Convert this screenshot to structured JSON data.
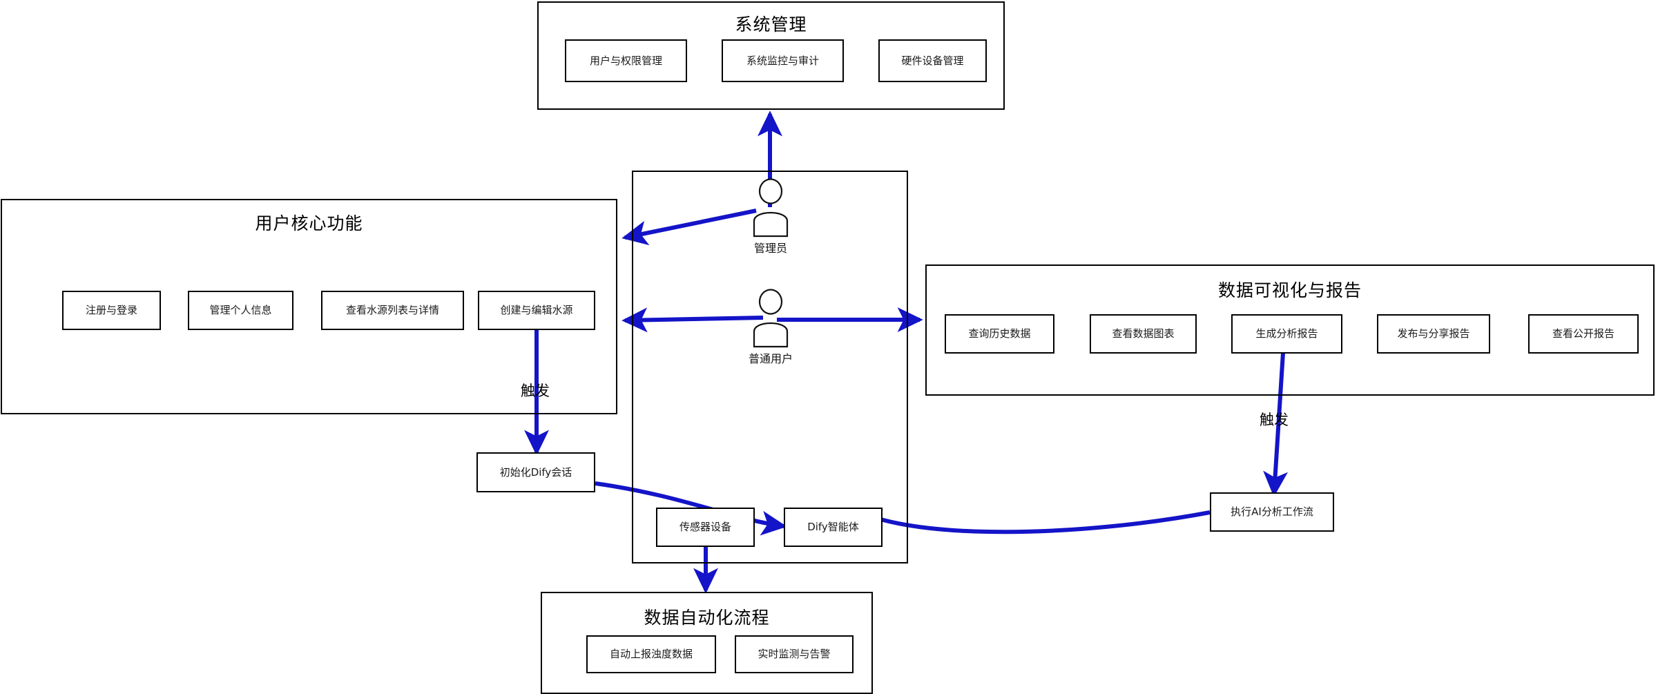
{
  "diagram": {
    "type": "uml-use-case",
    "accent_color": "#1414c8",
    "line_color": "#000000",
    "background": "#ffffff"
  },
  "packages": [
    {
      "id": "system-management",
      "title": "系统管理",
      "use_cases": [
        {
          "id": "user-permission-management",
          "label": "用户与权限管理"
        },
        {
          "id": "system-monitoring-audit",
          "label": "系统监控与审计"
        },
        {
          "id": "hardware-device-management",
          "label": "硬件设备管理"
        }
      ]
    },
    {
      "id": "user-core-functions",
      "title": "用户核心功能",
      "use_cases": [
        {
          "id": "register-login",
          "label": "注册与登录"
        },
        {
          "id": "manage-profile",
          "label": "管理个人信息"
        },
        {
          "id": "view-water-source-list",
          "label": "查看水源列表与详情"
        },
        {
          "id": "create-edit-water-source",
          "label": "创建与编辑水源"
        }
      ]
    },
    {
      "id": "data-visualization-report",
      "title": "数据可视化与报告",
      "use_cases": [
        {
          "id": "query-history-data",
          "label": "查询历史数据"
        },
        {
          "id": "view-data-charts",
          "label": "查看数据图表"
        },
        {
          "id": "generate-analysis-report",
          "label": "生成分析报告"
        },
        {
          "id": "publish-share-report",
          "label": "发布与分享报告"
        },
        {
          "id": "view-public-report",
          "label": "查看公开报告"
        }
      ]
    },
    {
      "id": "data-automation-flow",
      "title": "数据自动化流程",
      "use_cases": [
        {
          "id": "auto-report-turbidity",
          "label": "自动上报浊度数据"
        },
        {
          "id": "realtime-monitor-alert",
          "label": "实时监测与告警"
        }
      ]
    }
  ],
  "actors": [
    {
      "id": "administrator",
      "label": "管理员"
    },
    {
      "id": "normal-user",
      "label": "普通用户"
    }
  ],
  "standalone_nodes": [
    {
      "id": "init-dify-session",
      "label": "初始化Dify会话"
    },
    {
      "id": "sensor-device",
      "label": "传感器设备"
    },
    {
      "id": "dify-agent",
      "label": "Dify智能体"
    },
    {
      "id": "run-ai-analysis-flow",
      "label": "执行AI分析工作流"
    }
  ],
  "edge_labels": [
    {
      "id": "trigger-left",
      "label": "触发"
    },
    {
      "id": "trigger-right",
      "label": "触发"
    }
  ]
}
